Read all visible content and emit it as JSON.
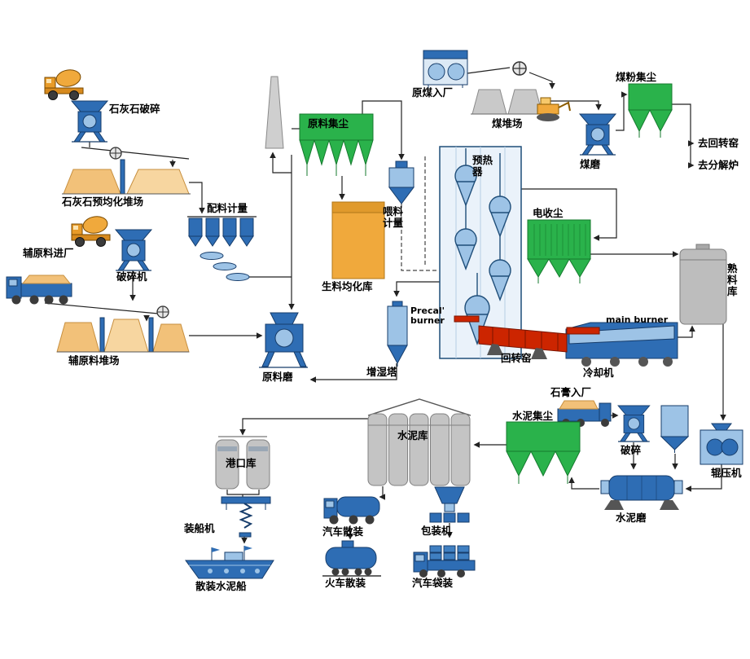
{
  "diagram": {
    "type": "process-flow",
    "subject": "cement production line flow sheet",
    "labels": {
      "limestone_crushing": "石灰石破碎",
      "limestone_preblending_yard": "石灰石预均化堆场",
      "batching_metering": "配料计量",
      "aux_material_entry": "辅原料进厂",
      "aux_crusher": "破碎机",
      "aux_material_yard": "辅原料堆场",
      "raw_material_dust_collector": "原料集尘",
      "raw_meal_homogenizing_silo": "生料均化库",
      "feed_metering": "喂料\n计量",
      "raw_mill": "原料磨",
      "humidifying_tower": "增湿塔",
      "preheater": "预热器",
      "raw_coal_entry": "原煤入厂",
      "coal_yard": "煤堆场",
      "coal_dust_collector": "煤粉集尘",
      "coal_mill": "煤磨",
      "to_rotary_kiln": "去回转窑",
      "to_calciner": "去分解炉",
      "esp": "电收尘",
      "clinker_silo": "熟料库",
      "precal_burner": "Precal'\nburner",
      "rotary_kiln": "回转窑",
      "main_burner": "main burner",
      "cooler": "冷却机",
      "gypsum_entry": "石膏入厂",
      "cement_dust_collector": "水泥集尘",
      "gypsum_crusher": "破碎",
      "roller_press": "辊压机",
      "cement_mill": "水泥磨",
      "cement_silo": "水泥库",
      "port_silo": "港口库",
      "ship_loader": "装船机",
      "bulk_cement_ship": "散装水泥船",
      "truck_bulk_loading": "汽车散装",
      "train_bulk_loading": "火车散装",
      "packing_machine": "包装机",
      "truck_bag_loading": "汽车袋装"
    },
    "colors": {
      "equipment_blue": "#2e6db4",
      "equipment_blue_light": "#9dc3e6",
      "dust_collector_green": "#2ab24b",
      "silo_orange": "#f0a93c",
      "kiln_red": "#cc2500",
      "material_tan": "#f2c179",
      "structure_gray": "#c4c4c4",
      "line_black": "#222222"
    }
  }
}
